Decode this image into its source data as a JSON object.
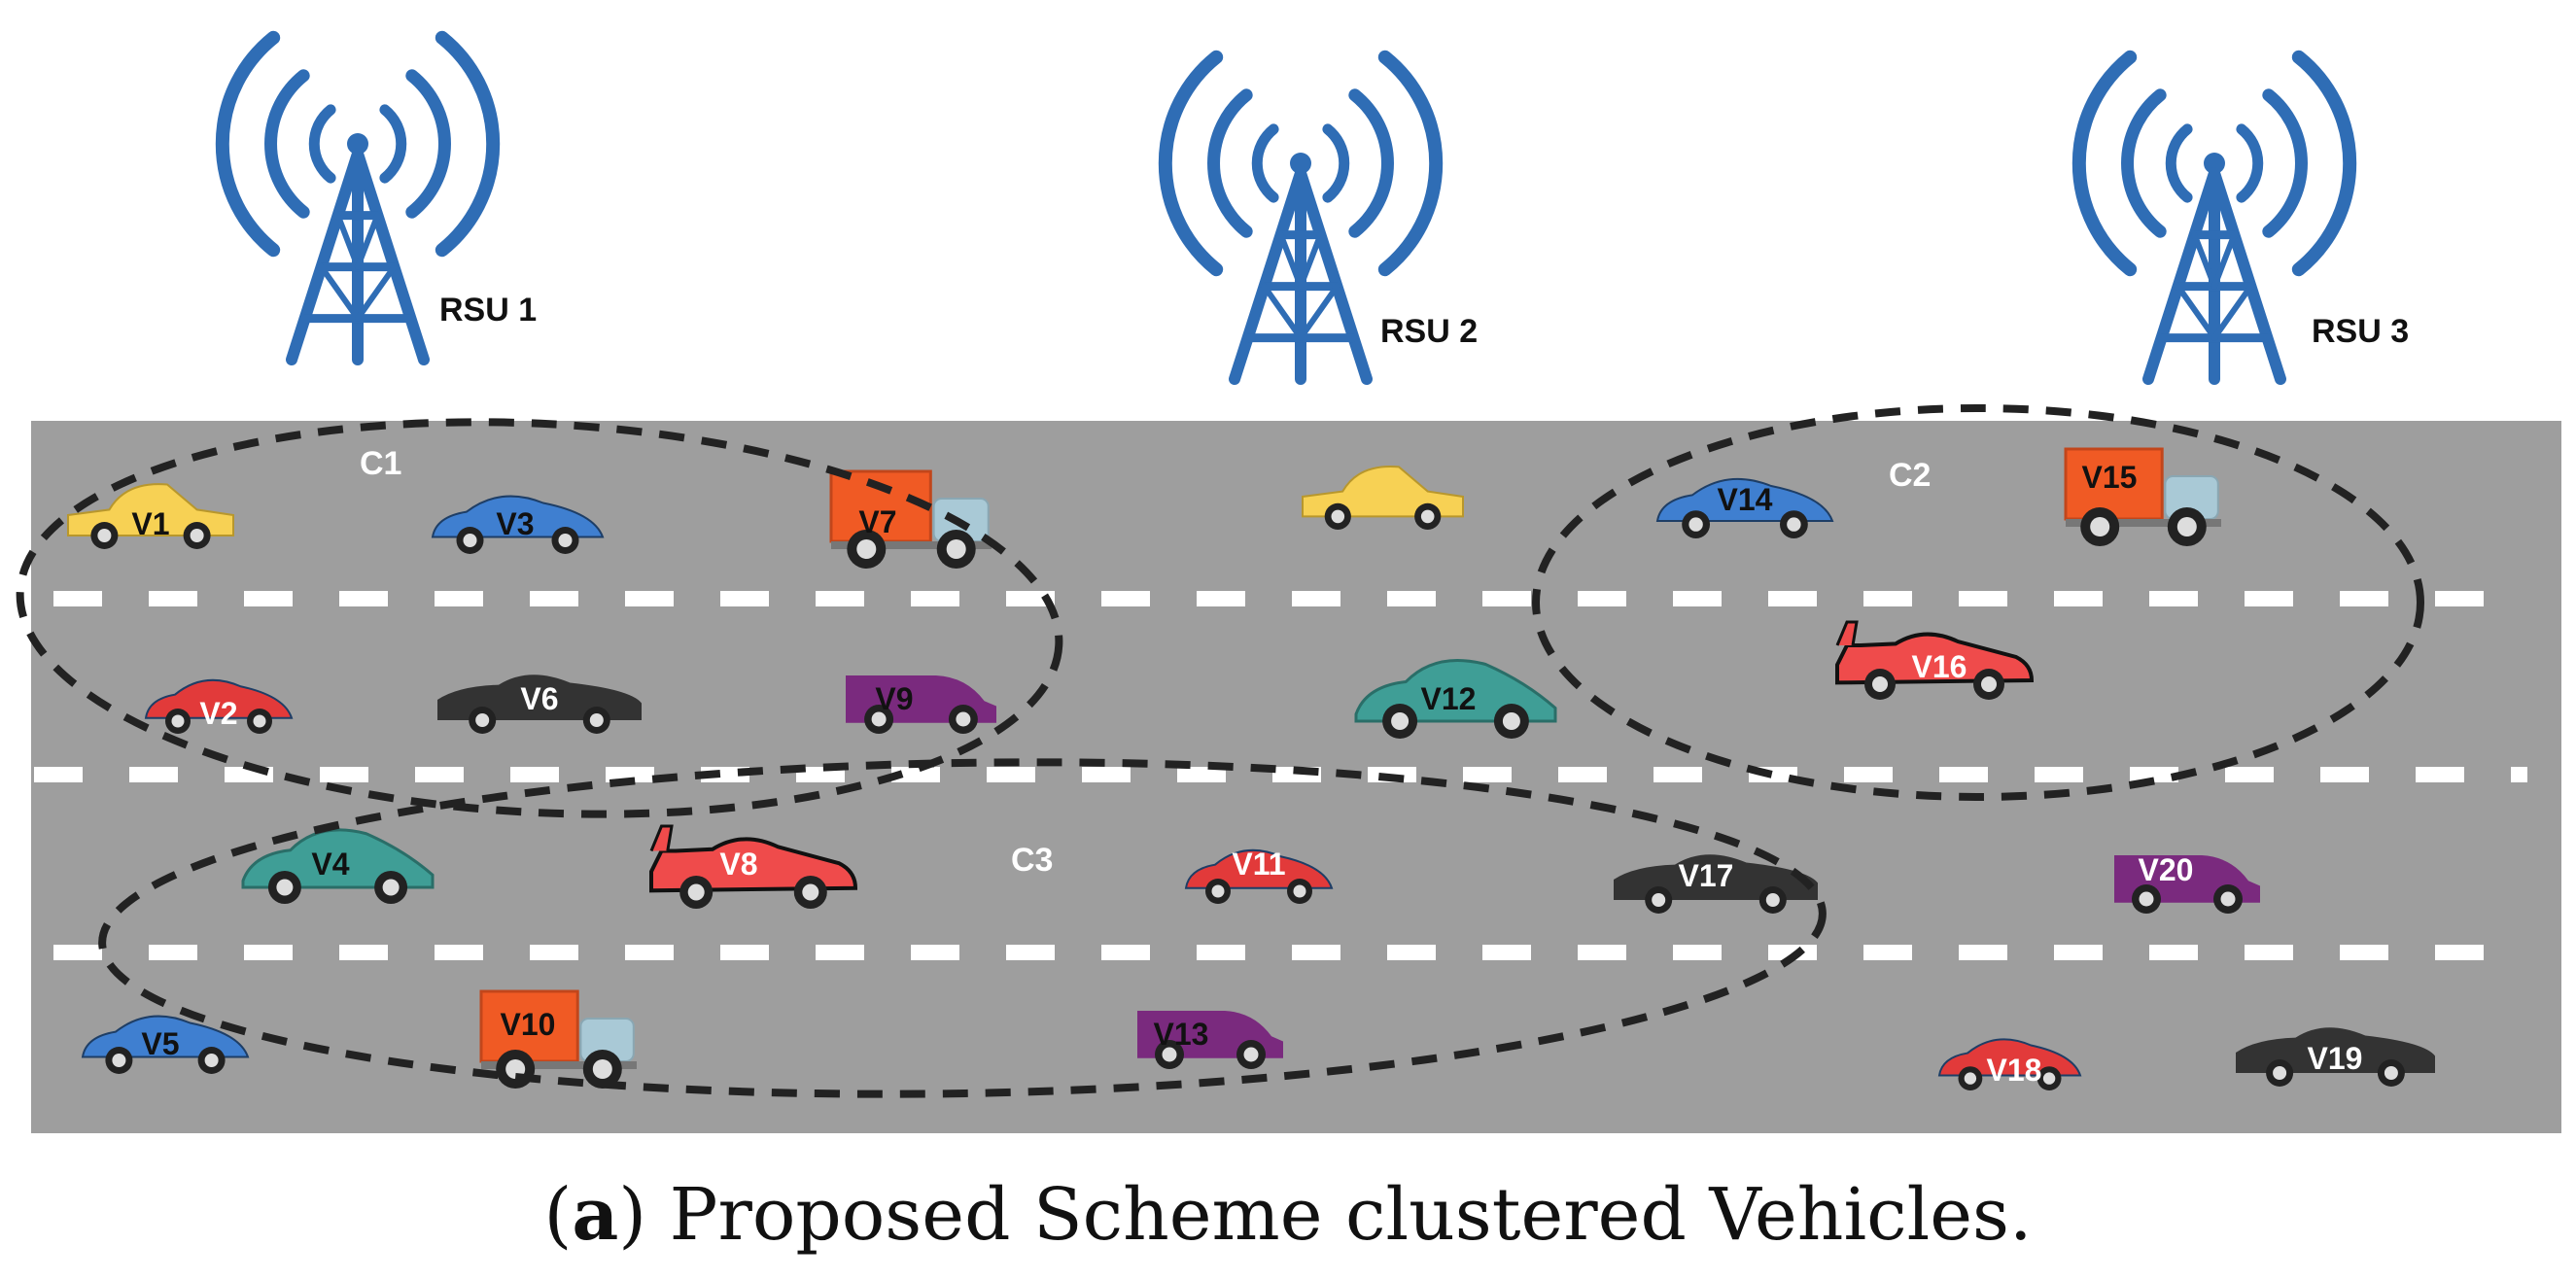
{
  "rsus": [
    {
      "id": "rsu-1",
      "label": "RSU 1"
    },
    {
      "id": "rsu-2",
      "label": "RSU 2"
    },
    {
      "id": "rsu-3",
      "label": "RSU 3"
    }
  ],
  "clusters": [
    {
      "id": "c1",
      "label": "C1"
    },
    {
      "id": "c2",
      "label": "C2"
    },
    {
      "id": "c3",
      "label": "C3"
    }
  ],
  "vehicles": [
    {
      "id": "v1",
      "label": "V1",
      "type": "sedan",
      "color": "#f7d154"
    },
    {
      "id": "v2",
      "label": "V2",
      "type": "beetle",
      "color": "#e23a3a"
    },
    {
      "id": "v3",
      "label": "V3",
      "type": "beetle",
      "color": "#3f7fd0"
    },
    {
      "id": "v4",
      "label": "V4",
      "type": "citroen",
      "color": "#3f9e96"
    },
    {
      "id": "v5",
      "label": "V5",
      "type": "beetle",
      "color": "#3f7fd0"
    },
    {
      "id": "v6",
      "label": "V6",
      "type": "saloon",
      "color": "#333333"
    },
    {
      "id": "v7",
      "label": "V7",
      "type": "truck",
      "color": "#f05a24"
    },
    {
      "id": "v8",
      "label": "V8",
      "type": "sports",
      "color": "#ef4b4b"
    },
    {
      "id": "v9",
      "label": "V9",
      "type": "van",
      "color": "#7a2a7e"
    },
    {
      "id": "v10",
      "label": "V10",
      "type": "truck",
      "color": "#f05a24"
    },
    {
      "id": "v11",
      "label": "V11",
      "type": "beetle",
      "color": "#e23a3a"
    },
    {
      "id": "v12",
      "label": "V12",
      "type": "citroen",
      "color": "#3f9e96"
    },
    {
      "id": "v13",
      "label": "V13",
      "type": "van",
      "color": "#7a2a7e"
    },
    {
      "id": "v14",
      "label": "V14",
      "type": "beetle",
      "color": "#3f7fd0"
    },
    {
      "id": "v15",
      "label": "V15",
      "type": "truck",
      "color": "#f05a24"
    },
    {
      "id": "v16",
      "label": "V16",
      "type": "sports",
      "color": "#ef4b4b"
    },
    {
      "id": "v17",
      "label": "V17",
      "type": "saloon",
      "color": "#333333"
    },
    {
      "id": "v18",
      "label": "V18",
      "type": "beetle",
      "color": "#e23a3a"
    },
    {
      "id": "v19",
      "label": "V19",
      "type": "saloon",
      "color": "#333333"
    },
    {
      "id": "v20",
      "label": "V20",
      "type": "van",
      "color": "#7a2a7e"
    },
    {
      "id": "v-unlabeled",
      "label": "",
      "type": "sedan",
      "color": "#f7d154"
    }
  ],
  "caption": {
    "prefix": "(",
    "bold": "a",
    "rest": ") Proposed Scheme clustered Vehicles."
  },
  "colors": {
    "road": "#9e9e9e",
    "tower": "#2f6db5",
    "lane_marking": "#ffffff",
    "cluster_border": "#222222"
  }
}
